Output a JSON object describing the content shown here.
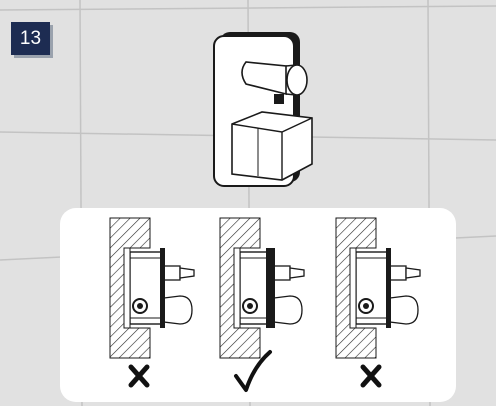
{
  "step": {
    "number": "13"
  },
  "installation_options": [
    {
      "position": "left",
      "verdict": "incorrect",
      "mark_icon": "cross-mark-icon",
      "mark_glyph": "✘"
    },
    {
      "position": "center",
      "verdict": "correct",
      "mark_icon": "check-mark-icon",
      "mark_glyph": "✓"
    },
    {
      "position": "right",
      "verdict": "incorrect",
      "mark_icon": "cross-mark-icon",
      "mark_glyph": "✘"
    }
  ],
  "colors": {
    "wall": "#e1e1e1",
    "tile_joint": "#c3c3c3",
    "badge_background": "#1d2c52",
    "panel": "#ffffff",
    "line": "#1a1a1a"
  }
}
